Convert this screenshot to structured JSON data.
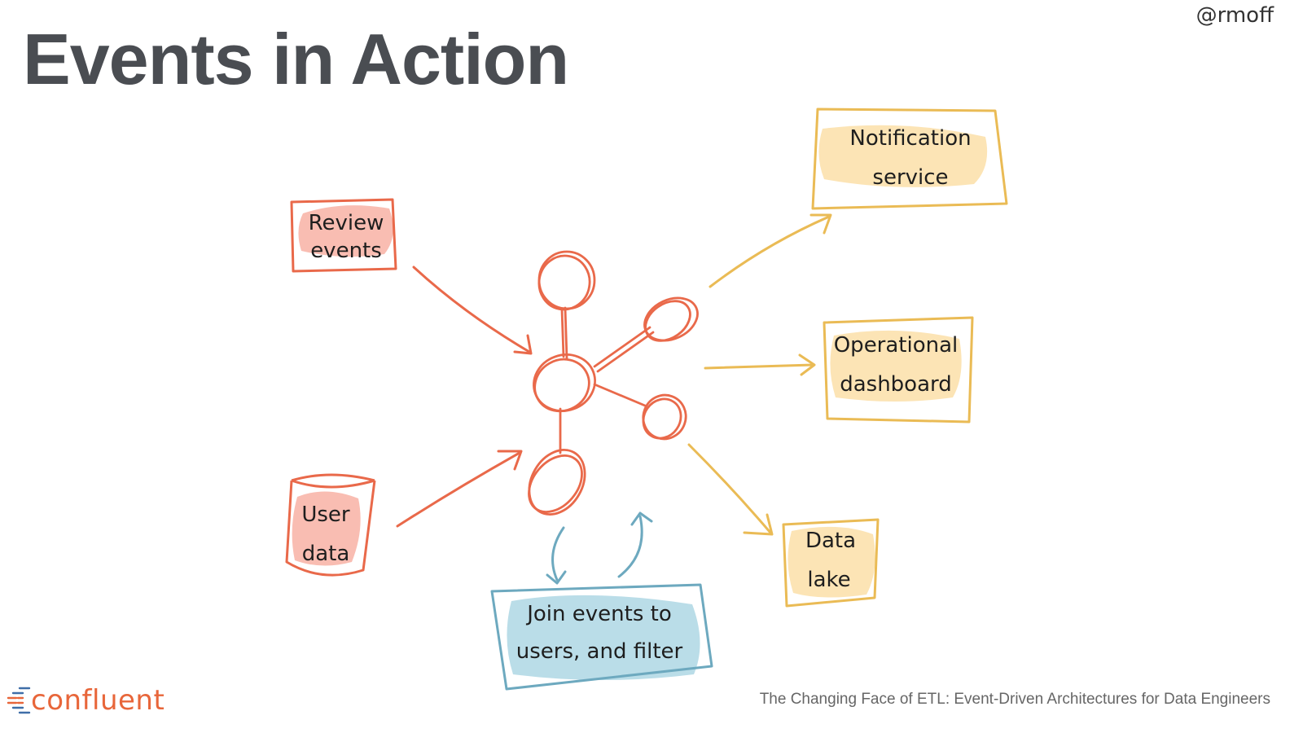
{
  "slide": {
    "title": "Events in Action",
    "handle": "@rmoff",
    "footer": "The Changing Face of ETL: Event-Driven Architectures for Data Engineers",
    "logo": {
      "text": "confluent",
      "icon": "confluent-logo-icon"
    }
  },
  "diagram": {
    "colors": {
      "input": "#e9694a",
      "input_fill": "#f8b1a4",
      "output": "#eabb55",
      "output_fill": "#fbdfa8",
      "processing": "#6da9bf",
      "processing_fill": "#a9d4e2"
    },
    "inputs": [
      {
        "id": "review-events",
        "lines": [
          "Review",
          "events"
        ]
      },
      {
        "id": "user-data",
        "lines": [
          "User",
          "data"
        ]
      }
    ],
    "outputs": [
      {
        "id": "notification-service",
        "lines": [
          "Notification",
          "service"
        ]
      },
      {
        "id": "operational-dashboard",
        "lines": [
          "Operational",
          "dashboard"
        ]
      },
      {
        "id": "data-lake",
        "lines": [
          "Data",
          "lake"
        ]
      }
    ],
    "processing": {
      "id": "join-filter",
      "lines": [
        "Join events to",
        "users, and filter"
      ]
    },
    "hub": {
      "icon": "event-network-icon"
    }
  }
}
